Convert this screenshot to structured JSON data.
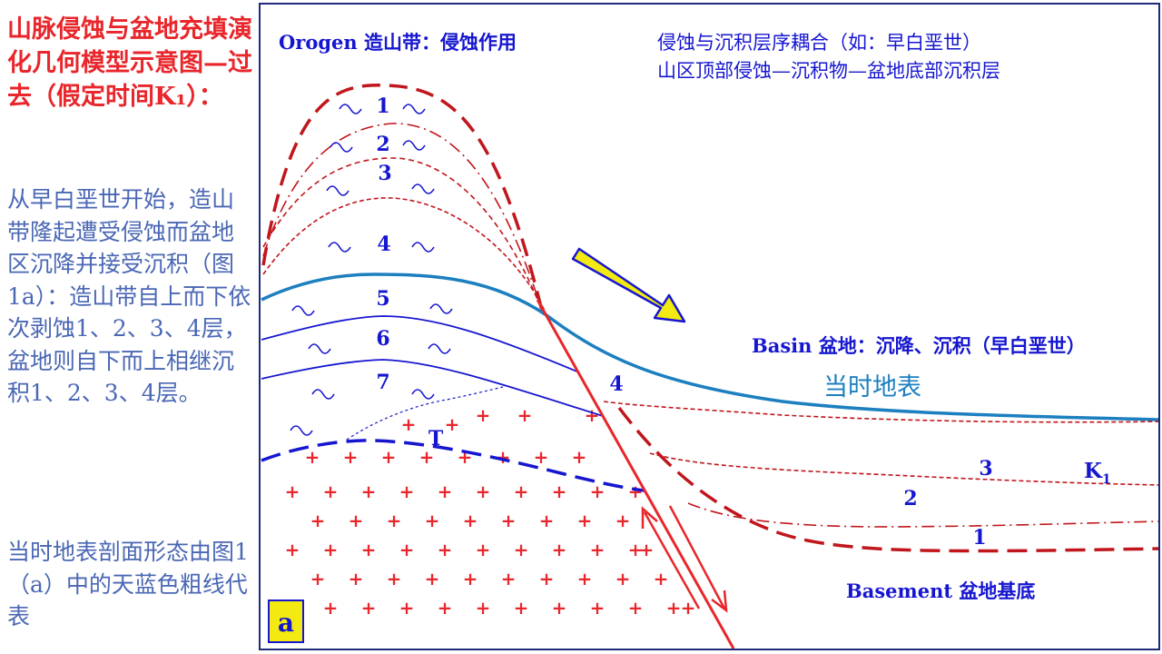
{
  "left_panel": {
    "title": "山脉侵蚀与盆地充填演化几何模型示意图—过去（假定时间K₁）：",
    "body": "从早白垩世开始，造山带隆起遭受侵蚀而盆地区沉降并接受沉积（图1a）：造山带自上而下依次剥蚀1、2、3、4层，盆地则自下而上相继沉积1、2、3、4层。",
    "footer": "当时地表剖面形态由图1（a）中的天蓝色粗线代表"
  },
  "diagram": {
    "orogen_label": "Orogen 造山带：侵蚀作用",
    "coupling_label_line1": "侵蚀与沉积层序耦合（如：早白垩世）",
    "coupling_label_line2": "山区顶部侵蚀—沉积物—盆地底部沉积层",
    "basin_label": "Basin 盆地：沉降、沉积（早白垩世）",
    "surface_label": "当时地表",
    "basement_label": "Basement 盆地基底",
    "granite_label": "T",
    "panel_label": "a",
    "time_label_letter": "K",
    "time_label_sub": "1",
    "orogen_layers": [
      "1",
      "2",
      "3",
      "4",
      "5",
      "6",
      "7"
    ],
    "basin_layers": [
      "1",
      "2",
      "3",
      "4"
    ],
    "colors": {
      "red": "#e8262b",
      "dark_red": "#c0161c",
      "blue": "#1616d0",
      "surface_blue": "#1c7fbf",
      "frame": "#1f2a7a",
      "arrow_yellow": "#f2ea10"
    }
  }
}
